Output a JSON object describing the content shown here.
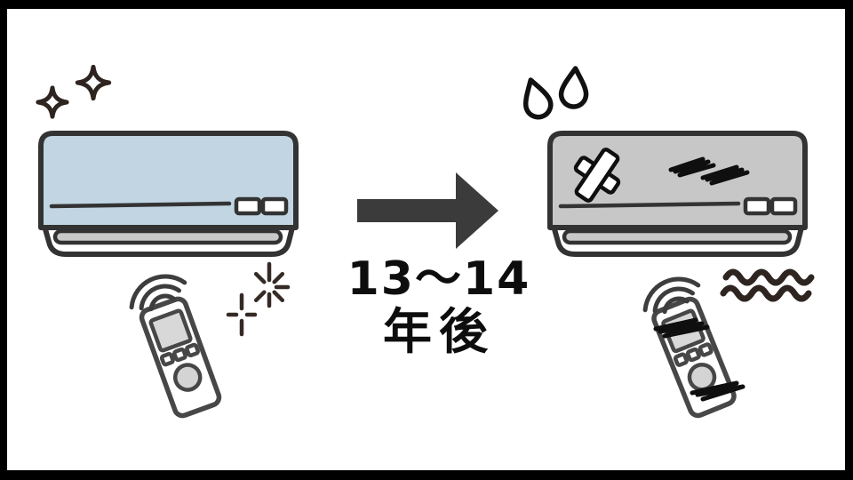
{
  "caption": {
    "line1": "13〜14",
    "line2": "年後"
  },
  "arrow": {
    "direction": "right"
  },
  "left_scene": {
    "label": "new-air-conditioner",
    "icons": [
      "sparkle-icon",
      "remote-control",
      "signal-waves-icon",
      "click-burst-icon"
    ]
  },
  "right_scene": {
    "label": "old-air-conditioner",
    "icons": [
      "sweat-drop-icon",
      "bandage-cross-icon",
      "scratch-scribble-icon",
      "remote-control",
      "signal-waves-icon",
      "stink-squiggle-icon"
    ]
  },
  "colors": {
    "frame": "#000000",
    "background": "#ffffff",
    "outline": "#333333",
    "ink": "#2e2420",
    "text": "#0d0d0d",
    "arrow": "#3b3b3b",
    "new_ac_body": "#c1d6e2",
    "old_ac_body": "#c7c7c7",
    "vent": "#c9c9c9",
    "remote_screen": "#d8d8d8",
    "remote_button": "#d4d4d4",
    "scribble": "#0f0f0f"
  }
}
